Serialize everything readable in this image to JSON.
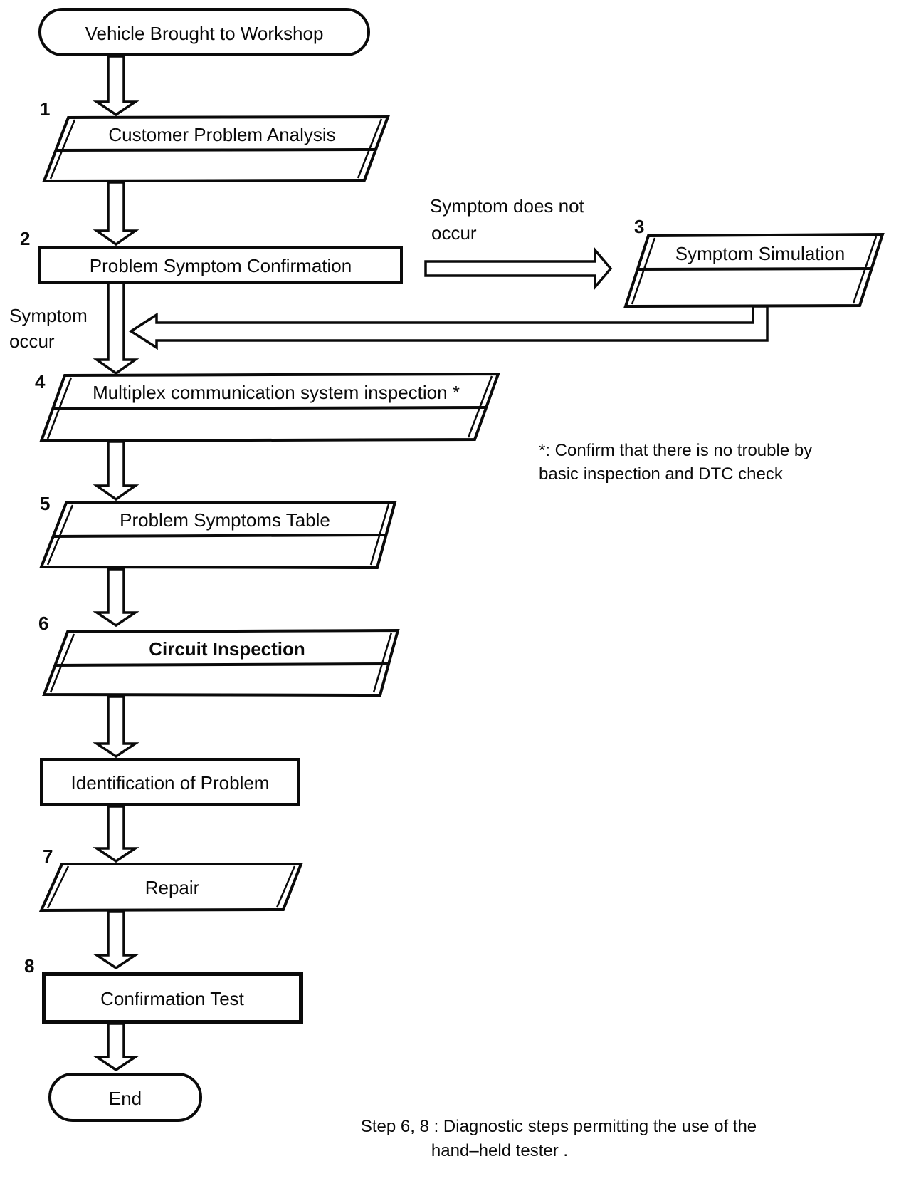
{
  "colors": {
    "ink": "#0a0a0a",
    "paper": "#ffffff"
  },
  "flowchart": {
    "start_node": {
      "label": "Vehicle Brought to Workshop"
    },
    "steps": [
      {
        "num": "1",
        "label": "Customer Problem Analysis"
      },
      {
        "num": "2",
        "label": "Problem Symptom Confirmation"
      },
      {
        "num": "3",
        "label": "Symptom Simulation"
      },
      {
        "num": "4",
        "label": "Multiplex communication system inspection *"
      },
      {
        "num": "5",
        "label": "Problem Symptoms Table"
      },
      {
        "num": "6",
        "label": "Circuit Inspection"
      },
      {
        "num": "7",
        "label": "Repair"
      },
      {
        "num": "8",
        "label": "Confirmation Test"
      }
    ],
    "extra_nodes": {
      "identification": "Identification of Problem",
      "end": "End"
    },
    "branch_labels": {
      "no_occur_line1": "Symptom does not",
      "no_occur_line2": "occur",
      "occur_line1": "Symptom",
      "occur_line2": "occur"
    },
    "note": {
      "line1": "*: Confirm that there is no trouble by",
      "line2": "basic inspection and DTC check"
    },
    "caption": {
      "line1": "Step 6, 8 : Diagnostic steps permitting the use of the",
      "line2": "hand–held tester ."
    },
    "edges": [
      {
        "from": "start",
        "to": "1"
      },
      {
        "from": "1",
        "to": "2"
      },
      {
        "from": "2",
        "to": "3",
        "label": "Symptom does not occur"
      },
      {
        "from": "2",
        "to": "4",
        "label": "Symptom occur"
      },
      {
        "from": "3",
        "to": "4"
      },
      {
        "from": "4",
        "to": "5"
      },
      {
        "from": "5",
        "to": "6"
      },
      {
        "from": "6",
        "to": "identification"
      },
      {
        "from": "identification",
        "to": "7"
      },
      {
        "from": "7",
        "to": "8"
      },
      {
        "from": "8",
        "to": "end"
      }
    ]
  }
}
